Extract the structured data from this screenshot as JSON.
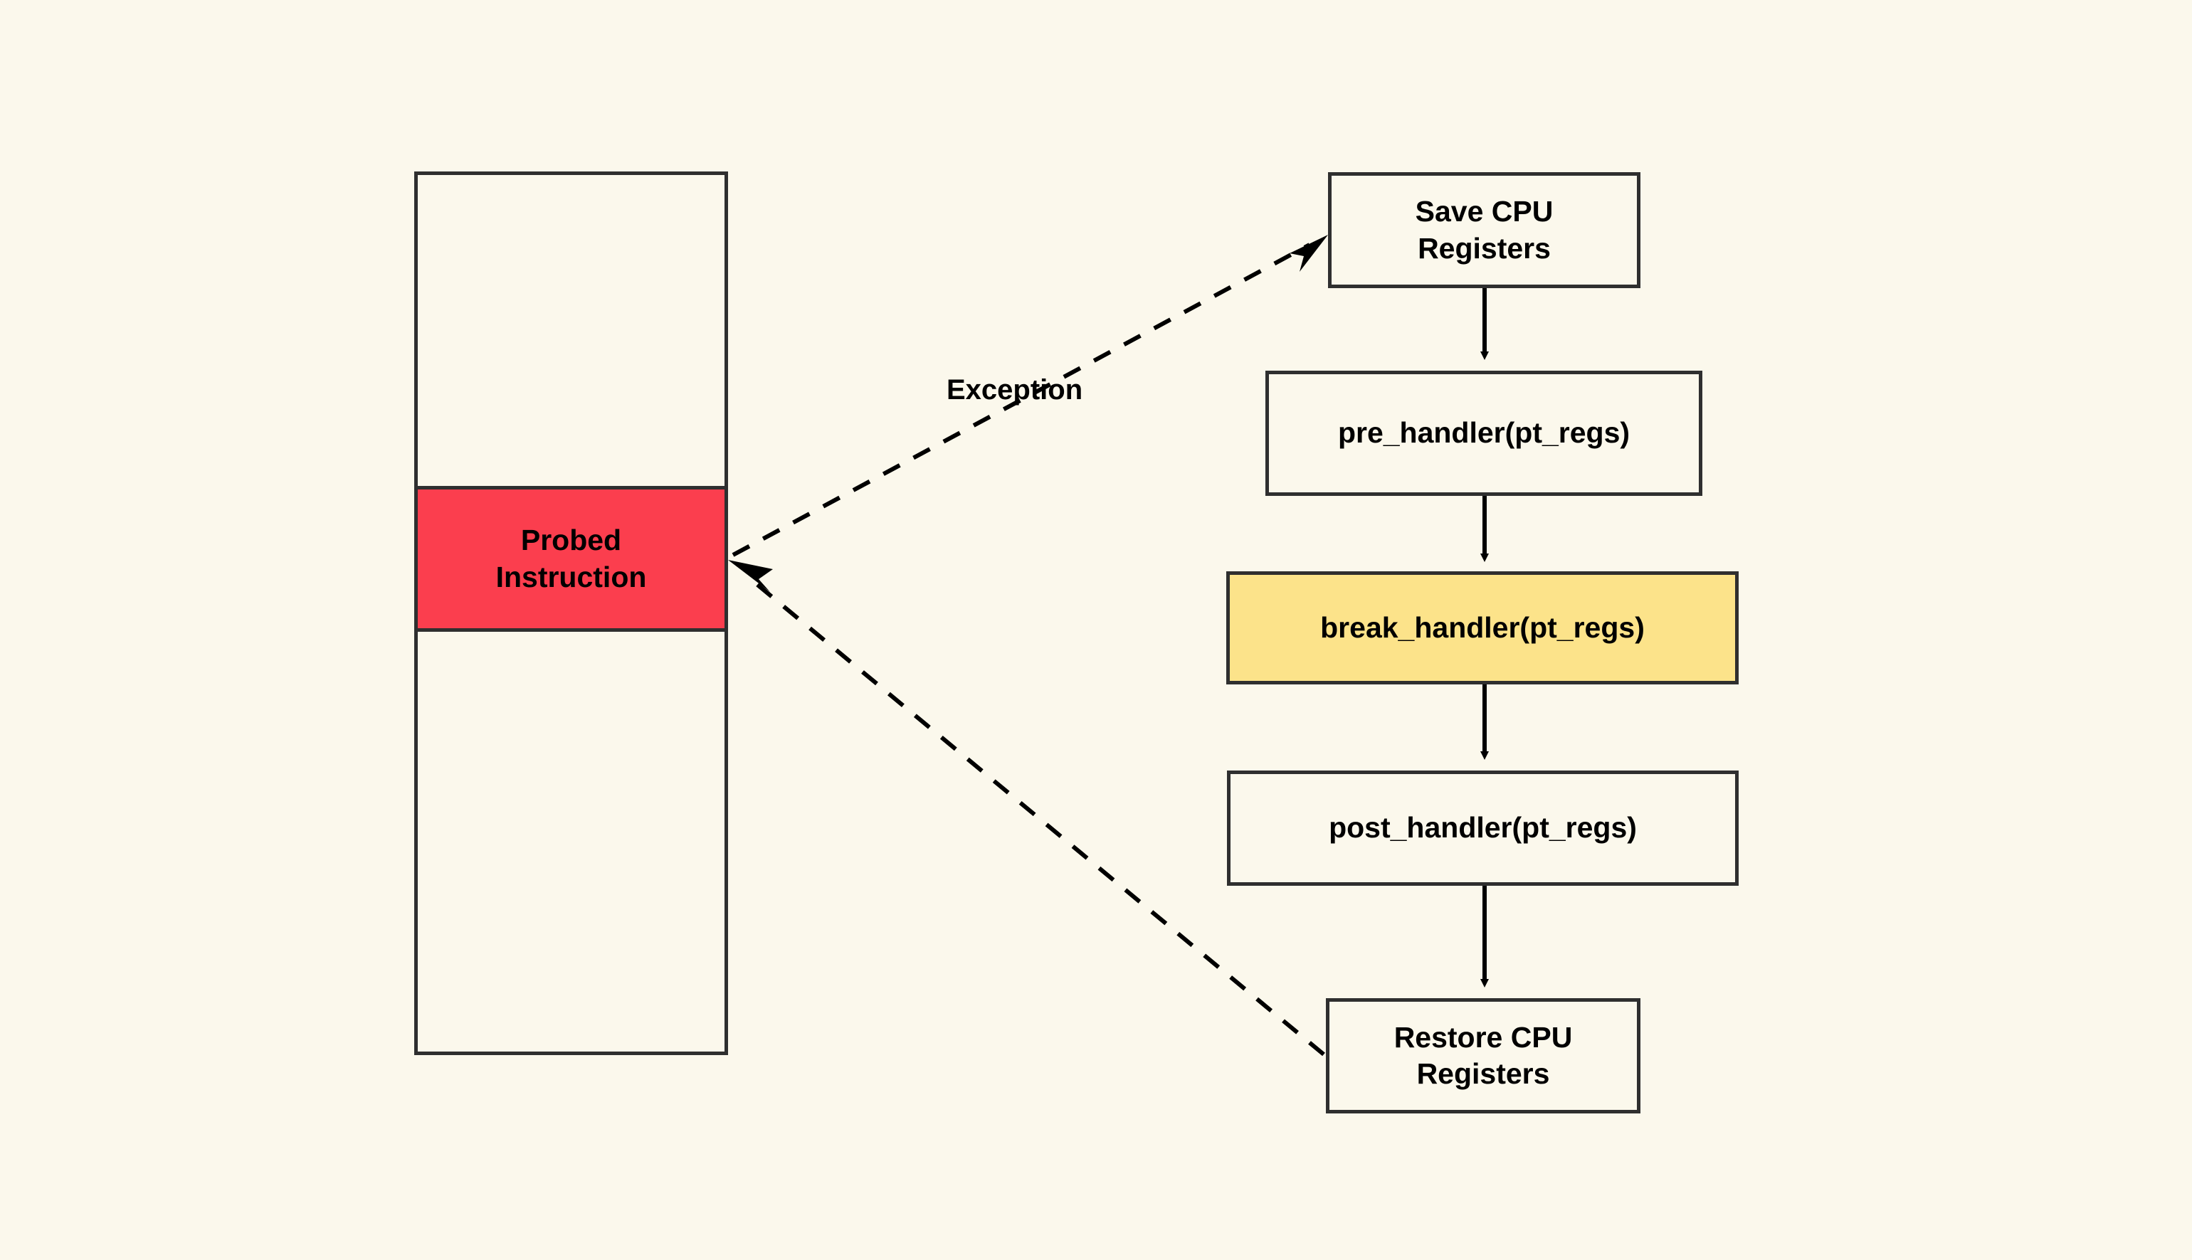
{
  "diagram": {
    "title": "Kprobe exception handling flow",
    "background_color": "#FBF8EC",
    "stroke_color": "#2F2F2F",
    "memory": {
      "frame_name": "instruction-stream",
      "probed_label": "Probed\nInstruction",
      "probed_fill": "#FB3E4E"
    },
    "annotations": {
      "exception_label": "Exception"
    },
    "flow": {
      "nodes": [
        {
          "id": "save",
          "label": "Save CPU\nRegisters",
          "fill": "#FBF8EC"
        },
        {
          "id": "pre",
          "label": "pre_handler(pt_regs)",
          "fill": "#FBF8EC"
        },
        {
          "id": "break",
          "label": "break_handler(pt_regs)",
          "fill": "#FCE38A"
        },
        {
          "id": "post",
          "label": "post_handler(pt_regs)",
          "fill": "#FBF8EC"
        },
        {
          "id": "restore",
          "label": "Restore CPU\nRegisters",
          "fill": "#FBF8EC"
        }
      ],
      "edges": [
        {
          "from": "probed-instruction",
          "to": "save",
          "style": "dashed",
          "label": "Exception"
        },
        {
          "from": "save",
          "to": "pre",
          "style": "solid"
        },
        {
          "from": "pre",
          "to": "break",
          "style": "solid"
        },
        {
          "from": "break",
          "to": "post",
          "style": "solid"
        },
        {
          "from": "post",
          "to": "restore",
          "style": "solid"
        },
        {
          "from": "restore",
          "to": "probed-instruction",
          "style": "dashed"
        }
      ]
    }
  }
}
